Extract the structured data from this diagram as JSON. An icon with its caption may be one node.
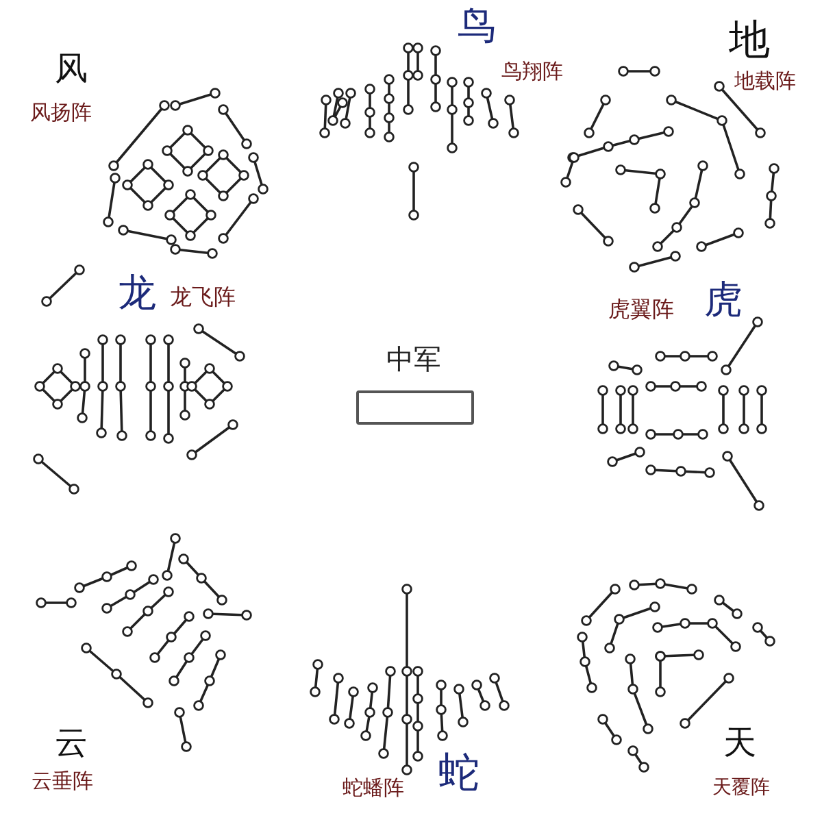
{
  "diagram": {
    "nodes": [
      {
        "text": [
          "中军"
        ]
      }
    ],
    "labels": [
      "风",
      "风扬阵",
      "鸟",
      "鸟翔阵",
      "地",
      "地载阵",
      "龙",
      "龙飞阵",
      "虎翼阵",
      "虎",
      "云",
      "云垂阵",
      "蛇蟠阵",
      "蛇",
      "天",
      "天覆阵"
    ]
  }
}
